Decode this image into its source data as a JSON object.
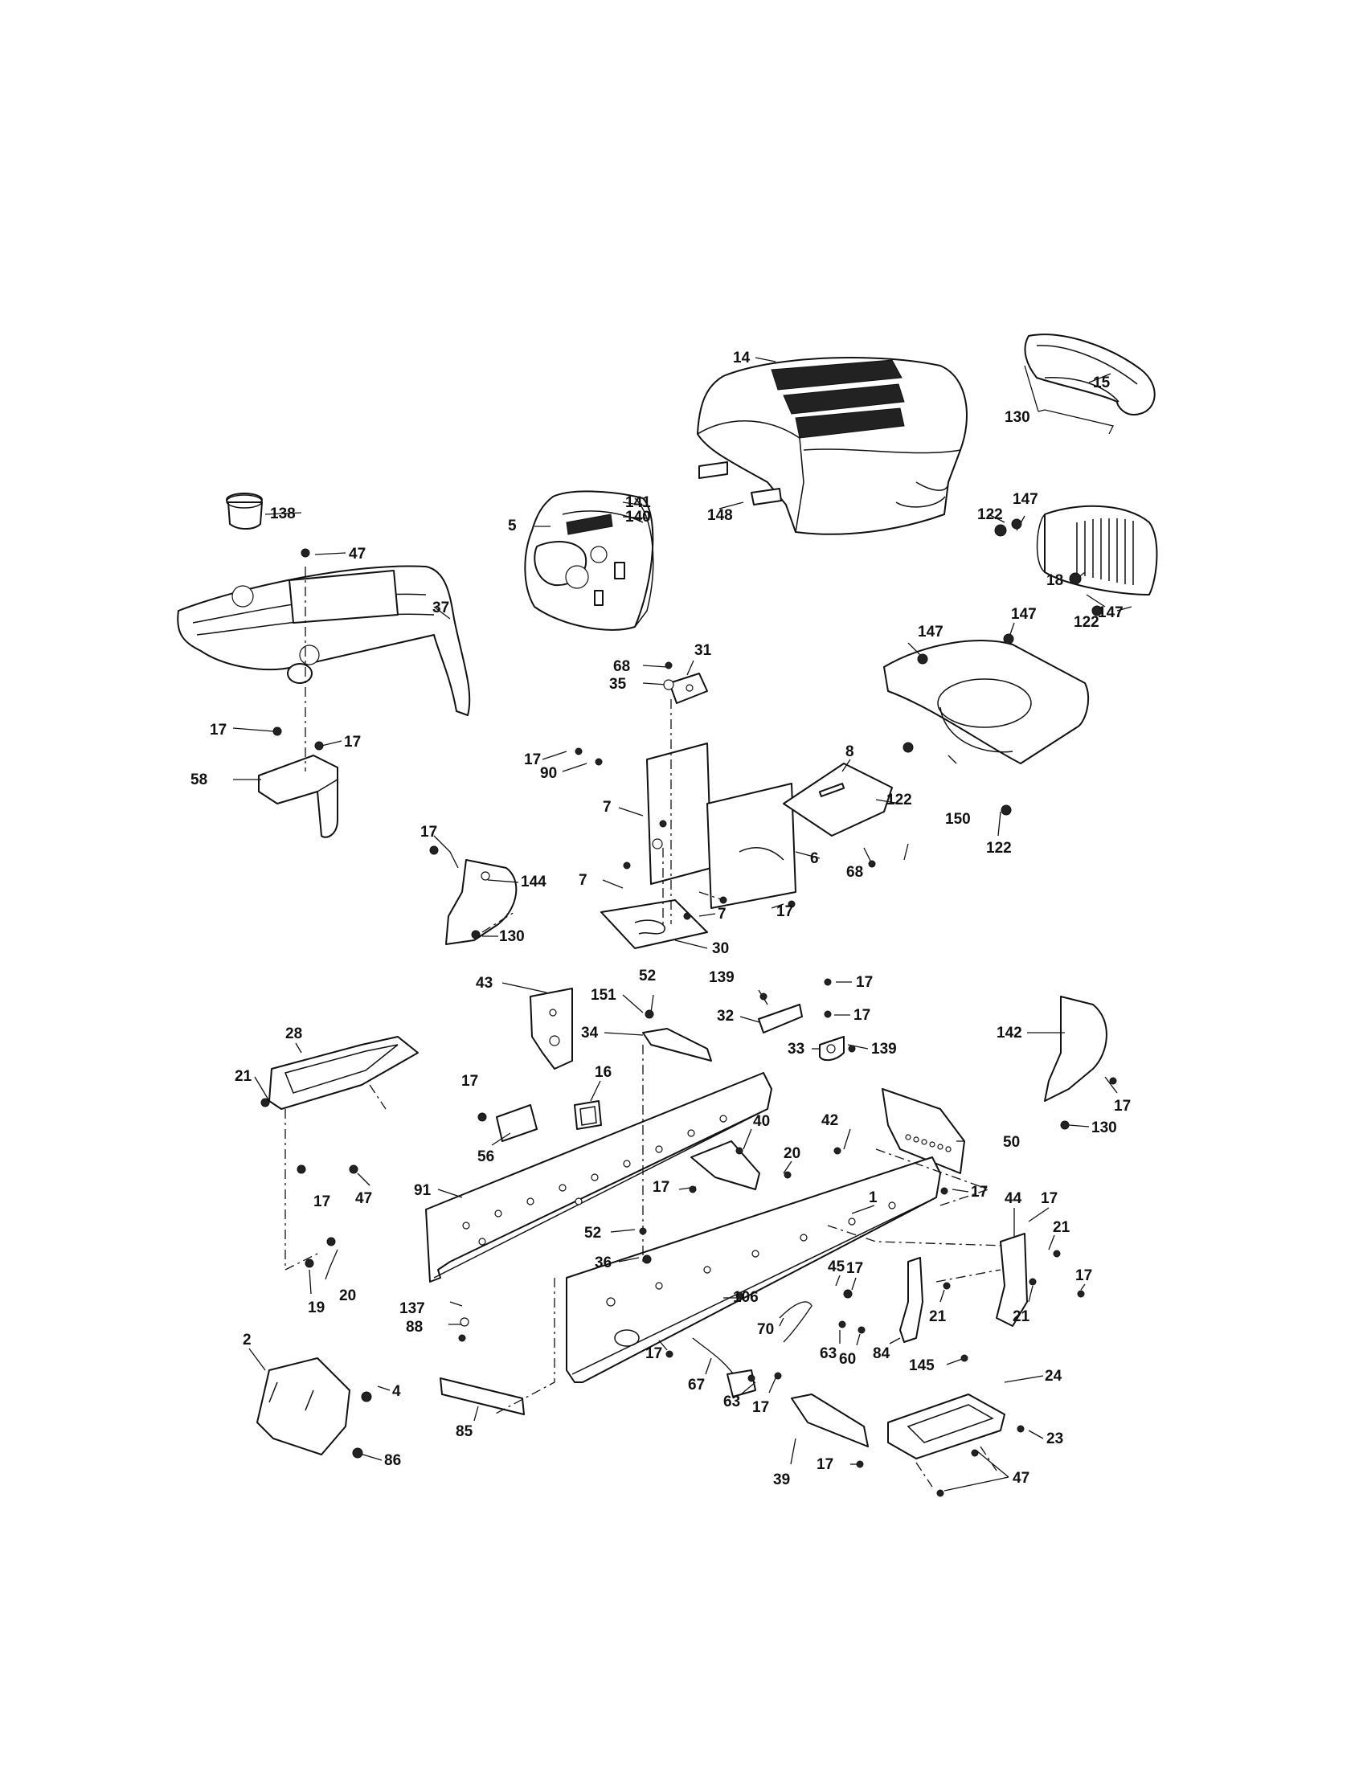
{
  "callouts": [
    {
      "id": "c14",
      "text": "14"
    },
    {
      "id": "c15",
      "text": "15"
    },
    {
      "id": "c130a",
      "text": "130"
    },
    {
      "id": "c141",
      "text": "141"
    },
    {
      "id": "c140",
      "text": "140"
    },
    {
      "id": "c5",
      "text": "5"
    },
    {
      "id": "c148",
      "text": "148"
    },
    {
      "id": "c138",
      "text": "138"
    },
    {
      "id": "c47a",
      "text": "47"
    },
    {
      "id": "c37",
      "text": "37"
    },
    {
      "id": "c122a",
      "text": "122"
    },
    {
      "id": "c147a",
      "text": "147"
    },
    {
      "id": "c18",
      "text": "18"
    },
    {
      "id": "c147b",
      "text": "147"
    },
    {
      "id": "c122b",
      "text": "122"
    },
    {
      "id": "c147c",
      "text": "147"
    },
    {
      "id": "c147d",
      "text": "147"
    },
    {
      "id": "c68a",
      "text": "68"
    },
    {
      "id": "c31",
      "text": "31"
    },
    {
      "id": "c35",
      "text": "35"
    },
    {
      "id": "c17a",
      "text": "17"
    },
    {
      "id": "c17b",
      "text": "17"
    },
    {
      "id": "c58",
      "text": "58"
    },
    {
      "id": "c17c",
      "text": "17"
    },
    {
      "id": "c90",
      "text": "90"
    },
    {
      "id": "c8",
      "text": "8"
    },
    {
      "id": "c122c",
      "text": "122"
    },
    {
      "id": "c150",
      "text": "150"
    },
    {
      "id": "c122d",
      "text": "122"
    },
    {
      "id": "c7a",
      "text": "7"
    },
    {
      "id": "c17d",
      "text": "17"
    },
    {
      "id": "c144",
      "text": "144"
    },
    {
      "id": "c6",
      "text": "6"
    },
    {
      "id": "c68b",
      "text": "68"
    },
    {
      "id": "c7b",
      "text": "7"
    },
    {
      "id": "c17e",
      "text": "17"
    },
    {
      "id": "c7c",
      "text": "7"
    },
    {
      "id": "c130b",
      "text": "130"
    },
    {
      "id": "c30",
      "text": "30"
    },
    {
      "id": "c43",
      "text": "43"
    },
    {
      "id": "c151",
      "text": "151"
    },
    {
      "id": "c52a",
      "text": "52"
    },
    {
      "id": "c139a",
      "text": "139"
    },
    {
      "id": "c17f",
      "text": "17"
    },
    {
      "id": "c32",
      "text": "32"
    },
    {
      "id": "c17g",
      "text": "17"
    },
    {
      "id": "c34",
      "text": "34"
    },
    {
      "id": "c33",
      "text": "33"
    },
    {
      "id": "c139b",
      "text": "139"
    },
    {
      "id": "c28",
      "text": "28"
    },
    {
      "id": "c142",
      "text": "142"
    },
    {
      "id": "c21a",
      "text": "21"
    },
    {
      "id": "c16",
      "text": "16"
    },
    {
      "id": "c17h",
      "text": "17"
    },
    {
      "id": "c17i",
      "text": "17"
    },
    {
      "id": "c130c",
      "text": "130"
    },
    {
      "id": "c40",
      "text": "40"
    },
    {
      "id": "c42",
      "text": "42"
    },
    {
      "id": "c50",
      "text": "50"
    },
    {
      "id": "c56",
      "text": "56"
    },
    {
      "id": "c20a",
      "text": "20"
    },
    {
      "id": "c47b",
      "text": "47"
    },
    {
      "id": "c17j",
      "text": "17"
    },
    {
      "id": "c91",
      "text": "91"
    },
    {
      "id": "c17k",
      "text": "17"
    },
    {
      "id": "c44",
      "text": "44"
    },
    {
      "id": "c17l",
      "text": "17"
    },
    {
      "id": "c1",
      "text": "1"
    },
    {
      "id": "c17m",
      "text": "17"
    },
    {
      "id": "c52b",
      "text": "52"
    },
    {
      "id": "c21b",
      "text": "21"
    },
    {
      "id": "c45",
      "text": "45"
    },
    {
      "id": "c17n",
      "text": "17"
    },
    {
      "id": "c17o",
      "text": "17"
    },
    {
      "id": "c36",
      "text": "36"
    },
    {
      "id": "c20b",
      "text": "20"
    },
    {
      "id": "c19",
      "text": "19"
    },
    {
      "id": "c21c",
      "text": "21"
    },
    {
      "id": "c106",
      "text": "106"
    },
    {
      "id": "c21d",
      "text": "21"
    },
    {
      "id": "c137",
      "text": "137"
    },
    {
      "id": "c70",
      "text": "70"
    },
    {
      "id": "c88",
      "text": "88"
    },
    {
      "id": "c2",
      "text": "2"
    },
    {
      "id": "c17p",
      "text": "17"
    },
    {
      "id": "c63a",
      "text": "63"
    },
    {
      "id": "c60",
      "text": "60"
    },
    {
      "id": "c84",
      "text": "84"
    },
    {
      "id": "c145",
      "text": "145"
    },
    {
      "id": "c4",
      "text": "4"
    },
    {
      "id": "c67",
      "text": "67"
    },
    {
      "id": "c24",
      "text": "24"
    },
    {
      "id": "c63b",
      "text": "63"
    },
    {
      "id": "c17q",
      "text": "17"
    },
    {
      "id": "c85",
      "text": "85"
    },
    {
      "id": "c23",
      "text": "23"
    },
    {
      "id": "c86",
      "text": "86"
    },
    {
      "id": "c39",
      "text": "39"
    },
    {
      "id": "c17r",
      "text": "17"
    },
    {
      "id": "c47c",
      "text": "47"
    }
  ]
}
